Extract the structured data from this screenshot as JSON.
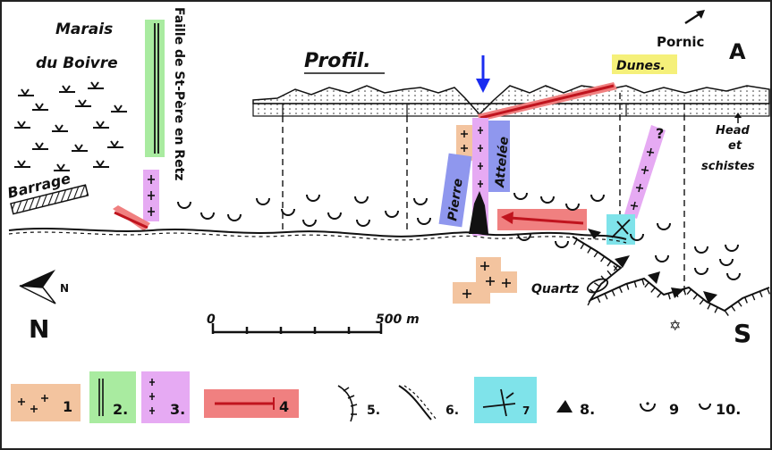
{
  "header": {
    "profile_title": "Profil.",
    "corner_north_side": "A",
    "pornic": "Pornic"
  },
  "places": {
    "marais_line1": "Marais",
    "marais_line2": "du Boivre",
    "barrage": "Barrage",
    "faille": "Faille de St-Père en Retz",
    "dunes": "Dunes.",
    "head_line1": "Head",
    "head_line2": "et",
    "head_line3": "schistes",
    "pierre": "Pierre",
    "attelee": "Attelée",
    "question": "?",
    "quartz": "Quartz",
    "north": "N",
    "south": "S",
    "compass_letter": "N"
  },
  "scale": {
    "zero": "0",
    "end": "500 m"
  },
  "legend": {
    "items": [
      {
        "number": "1",
        "color": "#f3c49f"
      },
      {
        "number": "2.",
        "color": "#a9eba0"
      },
      {
        "number": "3.",
        "color": "#e6aaf3"
      },
      {
        "number": "4",
        "color": "#f08080"
      },
      {
        "number": "5."
      },
      {
        "number": "6."
      },
      {
        "number": "7",
        "color": "#7fe3ea"
      },
      {
        "number": "8."
      },
      {
        "number": "9"
      },
      {
        "number": "10."
      }
    ]
  },
  "colors": {
    "orange_box": "#f3c49f",
    "green_box": "#a9eba0",
    "purple_box": "#e6aaf3",
    "red_arrow": "#e84a4a",
    "red_box": "#f08080",
    "blue_box": "#8f97ee",
    "cyan_box": "#7fe3ea",
    "yellow_box": "#f5f07a",
    "blue_arrow": "#1a2cf0"
  }
}
